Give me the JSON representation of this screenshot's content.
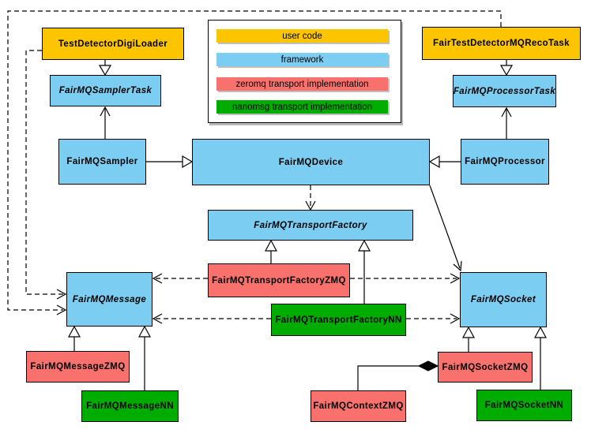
{
  "colors": {
    "user_code": "#FDC500",
    "framework": "#7BCDF1",
    "zeromq": "#F8716C",
    "nanomsg": "#01AC01",
    "line": "#000000",
    "background": "#FFFFFF"
  },
  "legend": {
    "items": [
      {
        "label": "user code",
        "category": "user_code"
      },
      {
        "label": "framework",
        "category": "framework"
      },
      {
        "label": "zeromq transport implementation",
        "category": "zeromq"
      },
      {
        "label": "nanomsg transport implementation",
        "category": "nanomsg"
      }
    ]
  },
  "nodes": {
    "testDetectorDigiLoader": {
      "label": "TestDetectorDigiLoader",
      "category": "user_code",
      "abstract": false
    },
    "fairTestDetectorMQRecoTask": {
      "label": "FairTestDetectorMQRecoTask",
      "category": "user_code",
      "abstract": false
    },
    "fairMQSamplerTask": {
      "label": "FairMQSamplerTask",
      "category": "framework",
      "abstract": true
    },
    "fairMQProcessorTask": {
      "label": "FairMQProcessorTask",
      "category": "framework",
      "abstract": true
    },
    "fairMQSampler": {
      "label": "FairMQSampler",
      "category": "framework",
      "abstract": false
    },
    "fairMQDevice": {
      "label": "FairMQDevice",
      "category": "framework",
      "abstract": false
    },
    "fairMQProcessor": {
      "label": "FairMQProcessor",
      "category": "framework",
      "abstract": false
    },
    "fairMQTransportFactory": {
      "label": "FairMQTransportFactory",
      "category": "framework",
      "abstract": true
    },
    "fairMQTransportFactoryZMQ": {
      "label": "FairMQTransportFactoryZMQ",
      "category": "zeromq",
      "abstract": false
    },
    "fairMQTransportFactoryNN": {
      "label": "FairMQTransportFactoryNN",
      "category": "nanomsg",
      "abstract": false
    },
    "fairMQMessage": {
      "label": "FairMQMessage",
      "category": "framework",
      "abstract": true
    },
    "fairMQSocket": {
      "label": "FairMQSocket",
      "category": "framework",
      "abstract": true
    },
    "fairMQMessageZMQ": {
      "label": "FairMQMessageZMQ",
      "category": "zeromq",
      "abstract": false
    },
    "fairMQMessageNN": {
      "label": "FairMQMessageNN",
      "category": "nanomsg",
      "abstract": false
    },
    "fairMQSocketZMQ": {
      "label": "FairMQSocketZMQ",
      "category": "zeromq",
      "abstract": false
    },
    "fairMQSocketNN": {
      "label": "FairMQSocketNN",
      "category": "nanomsg",
      "abstract": false
    },
    "fairMQContextZMQ": {
      "label": "FairMQContextZMQ",
      "category": "zeromq",
      "abstract": false
    }
  },
  "edges": [
    {
      "from": "TestDetectorDigiLoader",
      "to": "FairMQSamplerTask",
      "type": "inheritance"
    },
    {
      "from": "FairTestDetectorMQRecoTask",
      "to": "FairMQProcessorTask",
      "type": "inheritance"
    },
    {
      "from": "FairMQSampler",
      "to": "FairMQDevice",
      "type": "inheritance"
    },
    {
      "from": "FairMQProcessor",
      "to": "FairMQDevice",
      "type": "inheritance"
    },
    {
      "from": "FairMQSampler",
      "to": "FairMQSamplerTask",
      "type": "association"
    },
    {
      "from": "FairMQProcessor",
      "to": "FairMQProcessorTask",
      "type": "association"
    },
    {
      "from": "FairMQDevice",
      "to": "FairMQTransportFactory",
      "type": "dependency"
    },
    {
      "from": "FairMQDevice",
      "to": "FairMQSocket",
      "type": "association"
    },
    {
      "from": "TestDetectorDigiLoader",
      "to": "FairMQMessage",
      "type": "dependency"
    },
    {
      "from": "FairTestDetectorMQRecoTask",
      "to": "FairMQMessage",
      "type": "dependency"
    },
    {
      "from": "FairMQTransportFactoryZMQ",
      "to": "FairMQTransportFactory",
      "type": "inheritance"
    },
    {
      "from": "FairMQTransportFactoryNN",
      "to": "FairMQTransportFactory",
      "type": "inheritance"
    },
    {
      "from": "FairMQTransportFactoryZMQ",
      "to": "FairMQMessage",
      "type": "dependency"
    },
    {
      "from": "FairMQTransportFactoryZMQ",
      "to": "FairMQSocket",
      "type": "dependency"
    },
    {
      "from": "FairMQTransportFactoryNN",
      "to": "FairMQMessage",
      "type": "dependency"
    },
    {
      "from": "FairMQTransportFactoryNN",
      "to": "FairMQSocket",
      "type": "dependency"
    },
    {
      "from": "FairMQMessageZMQ",
      "to": "FairMQMessage",
      "type": "inheritance"
    },
    {
      "from": "FairMQMessageNN",
      "to": "FairMQMessage",
      "type": "inheritance"
    },
    {
      "from": "FairMQSocketZMQ",
      "to": "FairMQSocket",
      "type": "inheritance"
    },
    {
      "from": "FairMQSocketNN",
      "to": "FairMQSocket",
      "type": "inheritance"
    },
    {
      "from": "FairMQContextZMQ",
      "to": "FairMQSocketZMQ",
      "type": "composition"
    }
  ]
}
